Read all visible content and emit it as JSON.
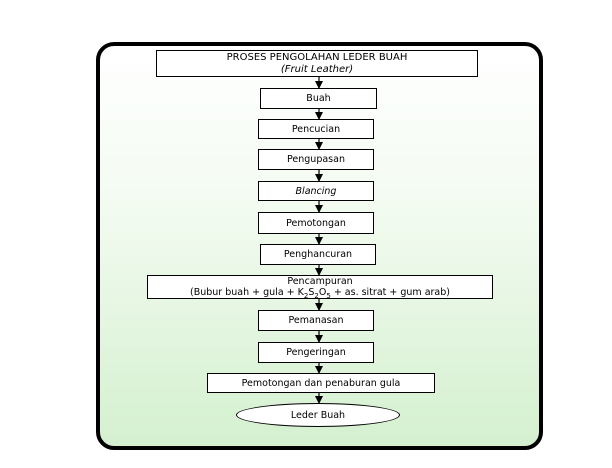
{
  "title": {
    "line1": "PROSES PENGOLAHAN LEDER BUAH",
    "line2": "(Fruit Leather)"
  },
  "steps": {
    "buah": "Buah",
    "pencucian": "Pencucian",
    "pengupasan": "Pengupasan",
    "blancing": "Blancing",
    "pemotongan": "Pemotongan",
    "penghancuran": "Penghancuran",
    "pencampuran": "Pencampuran",
    "pencampuran_detail_a": "(Bubur buah + gula + K",
    "pencampuran_detail_sub1": "2",
    "pencampuran_detail_b": "S",
    "pencampuran_detail_sub2": "2",
    "pencampuran_detail_c": "O",
    "pencampuran_detail_sub3": "5",
    "pencampuran_detail_d": " + as. sitrat + gum arab)",
    "pemanasan": "Pemanasan",
    "pengeringan": "Pengeringan",
    "pemotongan_penaburan": "Pemotongan dan penaburan gula",
    "leder_buah": "Leder Buah"
  }
}
